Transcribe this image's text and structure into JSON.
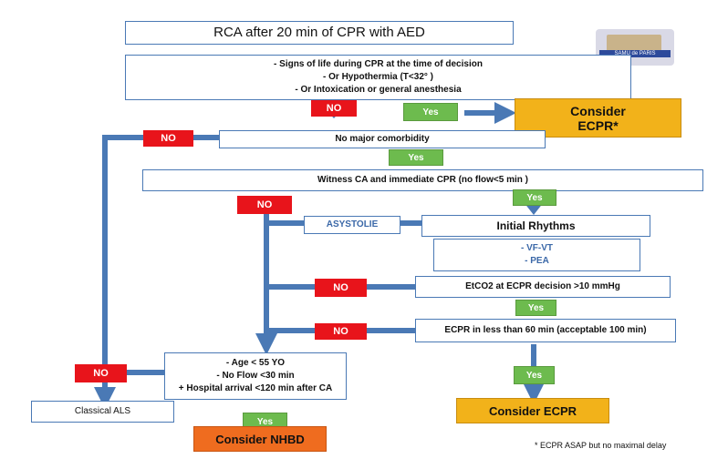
{
  "title": "RCA after 20 min of CPR with AED",
  "logo_text": "SAMU de PARIS",
  "criteria": {
    "line1": "-  Signs of life during CPR at the time of decision",
    "line2": "-      Or Hypothermia (T<32°  )",
    "line3": "- Or Intoxication or general anesthesia"
  },
  "consider_ecpr_star": "Consider ECPR*",
  "no_major_comorbidity": "No major comorbidity",
  "witness": "Witness CA and immediate CPR (no flow<5 min )",
  "asystolie": "ASYSTOLIE",
  "initial_rhythms": "Initial Rhythms",
  "rhythms": {
    "line1": "- VF-VT",
    "line2": "- PEA"
  },
  "etco2": "EtCO2 at ECPR decision >10 mmHg",
  "ecpr_time": "ECPR in less than 60 min (acceptable 100 min)",
  "nhbd_criteria": {
    "line1": "-        Age < 55 YO",
    "line2": "-       No Flow <30 min",
    "line3": "+ Hospital arrival <120 min after CA"
  },
  "classical_als": "Classical ALS",
  "consider_ecpr": "Consider ECPR",
  "consider_nhbd": "Consider NHBD",
  "footnote": "* ECPR ASAP but no maximal delay",
  "labels": {
    "no": "NO",
    "yes": "Yes"
  },
  "colors": {
    "arrow_blue": "#4a79b5",
    "no_red": "#e8141b",
    "yes_green": "#6dbb4e",
    "ecpr_orange": "#f2b21a",
    "nhbd_orange": "#ef6c1f"
  }
}
